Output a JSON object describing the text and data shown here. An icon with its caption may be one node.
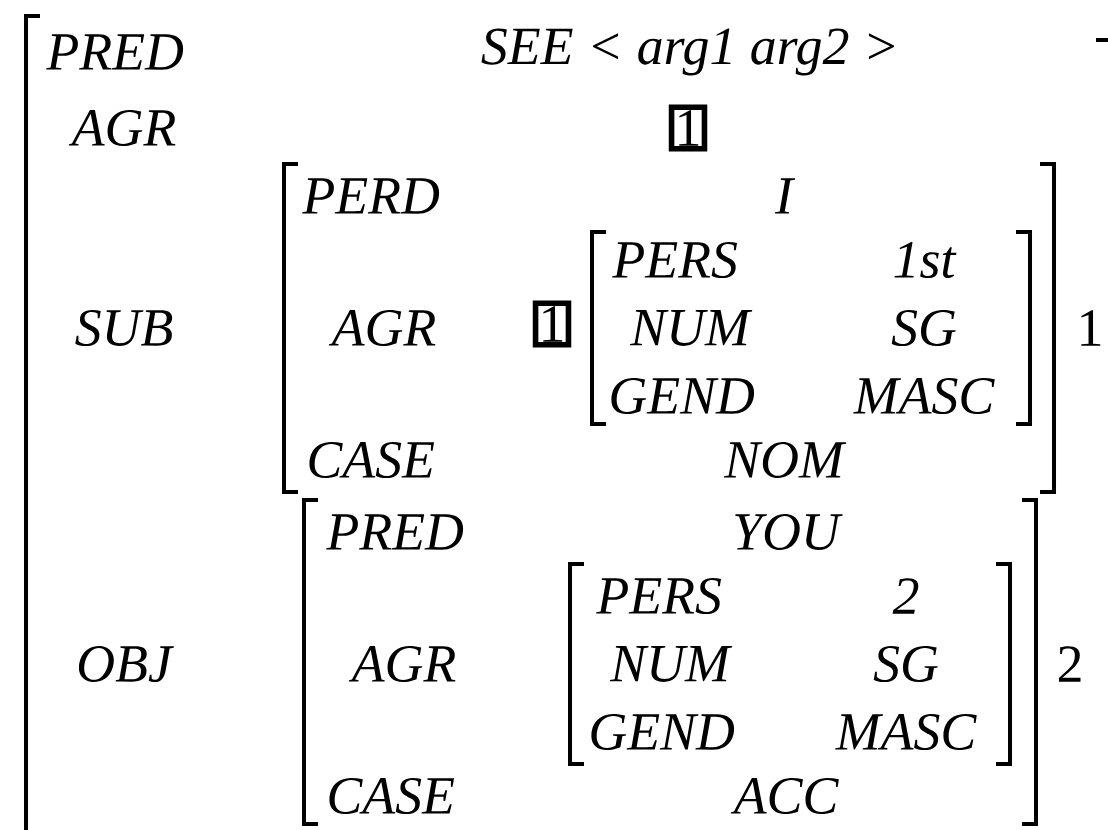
{
  "diagram": {
    "nodes": [
      {
        "text": [
          "PRED",
          "SEE < arg1 arg2 >",
          "AGR",
          "SUB",
          "OBJ"
        ]
      },
      {
        "text": [
          "1"
        ],
        "in": 0
      },
      {
        "text": [
          "PERD",
          "I",
          "AGR",
          "CASE",
          "NOM"
        ],
        "beside": [
          "1"
        ],
        "in": 0
      },
      {
        "text": [
          "1"
        ],
        "in": 2
      },
      {
        "text": [
          "PERS",
          "1st",
          "NUM",
          "SG",
          "GEND",
          "MASC"
        ],
        "in": 2
      },
      {
        "text": [
          "PRED",
          "YOU",
          "AGR",
          "CASE",
          "ACC"
        ],
        "beside": [
          "2"
        ],
        "in": 0
      },
      {
        "text": [
          "PERS",
          "2",
          "NUM",
          "SG",
          "GEND",
          "MASC"
        ],
        "in": 5
      }
    ]
  }
}
